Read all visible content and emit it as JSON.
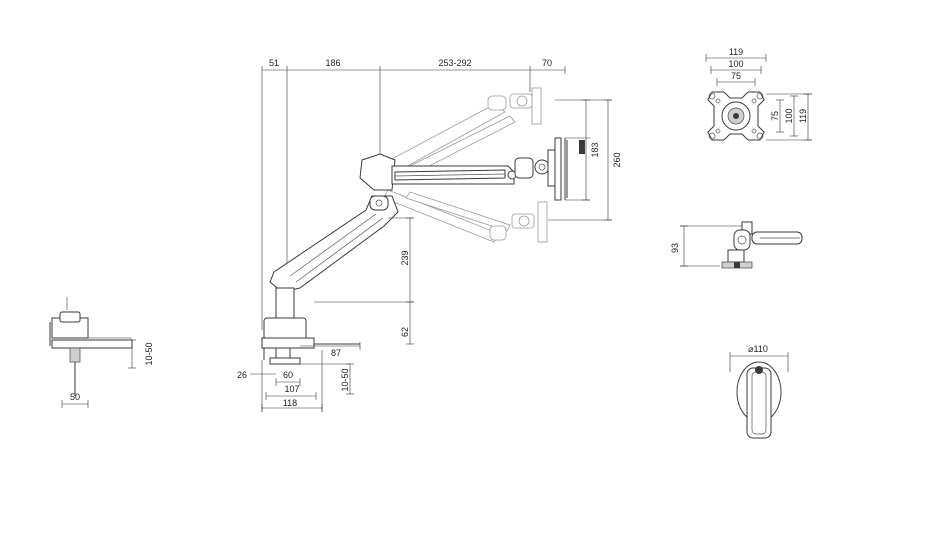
{
  "side_view": {
    "top_dims": {
      "d51": "51",
      "d186": "186",
      "d253": "253-292",
      "d70": "70"
    },
    "right_dims": {
      "d183": "183",
      "d260": "260"
    },
    "vertical_dims": {
      "d239": "239",
      "d62": "62"
    },
    "base_dims": {
      "d87": "87",
      "d26": "26",
      "d60": "60",
      "d107": "107",
      "d118": "118",
      "d10_50": "10-50"
    }
  },
  "clamp_view": {
    "d10_50": "10-50",
    "d50": "50"
  },
  "vesa_view": {
    "top_dims": {
      "d119": "119",
      "d100": "100",
      "d75": "75"
    },
    "side_dims": {
      "d75": "75",
      "d100": "100",
      "d119": "119"
    }
  },
  "tilt_view": {
    "d93": "93"
  },
  "top_view": {
    "diameter": "⌀110"
  }
}
